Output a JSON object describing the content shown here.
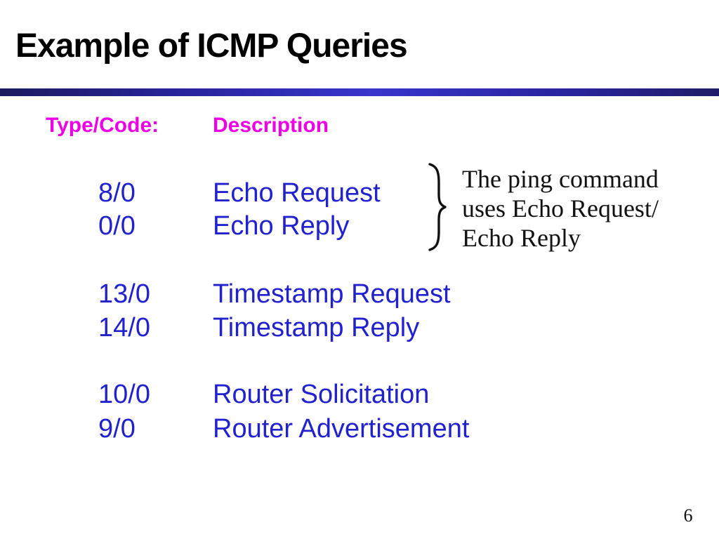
{
  "slide": {
    "title": "Example of ICMP Queries",
    "page_number": "6"
  },
  "table": {
    "header": {
      "col1": "Type/Code:",
      "col2": "Description"
    },
    "rows": [
      {
        "code": "8/0",
        "description": "Echo Request"
      },
      {
        "code": "0/0",
        "description": "Echo Reply"
      },
      {
        "code": "13/0",
        "description": "Timestamp Request"
      },
      {
        "code": "14/0",
        "description": "Timestamp Reply"
      },
      {
        "code": "10/0",
        "description": "Router Solicitation"
      },
      {
        "code": "9/0",
        "description": "Router Advertisement"
      }
    ]
  },
  "annotation": {
    "text": "The ping command\nuses Echo Request/\nEcho Reply",
    "brace_glyph": "}"
  },
  "colors": {
    "title_text": "#000000",
    "header_magenta": "#ee00e6",
    "row_blue": "#2121ce",
    "rule_dark_navy": "#1b1b5e",
    "rule_bright_blue": "#3a34cb",
    "annotation_black": "#111111"
  }
}
